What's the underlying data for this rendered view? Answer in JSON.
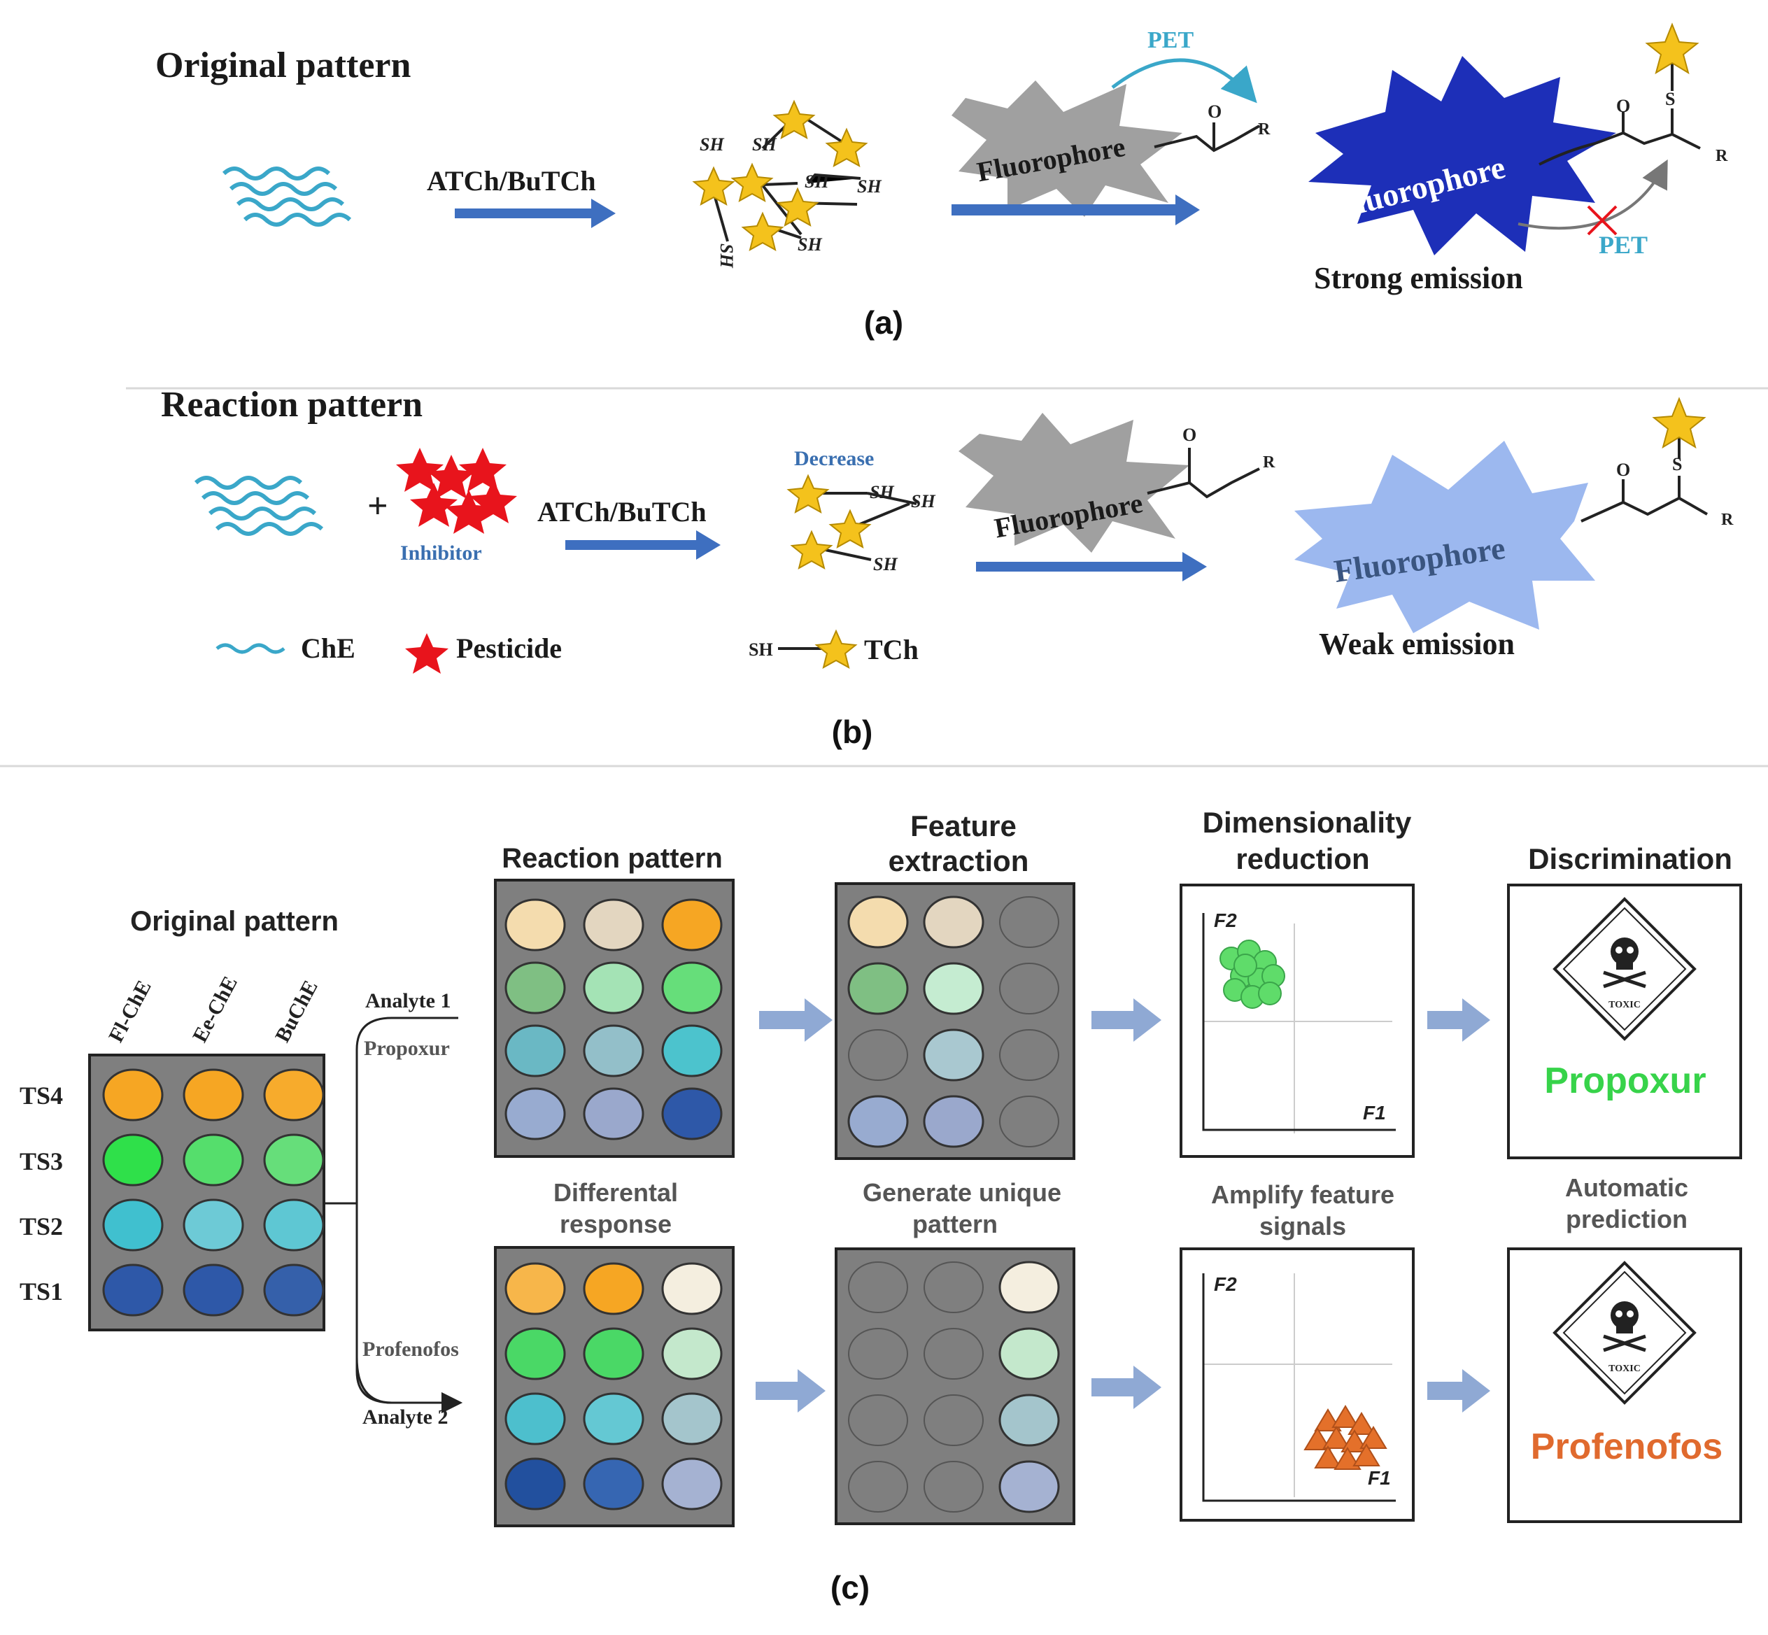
{
  "panel_a": {
    "title": "Original pattern",
    "arrow_label": "ATCh/BuTCh",
    "sh": "SH",
    "fluorophore": "Fluorophore",
    "pet": "PET",
    "o": "O",
    "r": "R",
    "s": "S",
    "emission": "Strong emission",
    "caption": "(a)"
  },
  "panel_b": {
    "title": "Reaction pattern",
    "plus": "+",
    "inhibitor": "Inhibitor",
    "arrow_label": "ATCh/BuTCh",
    "decrease": "Decrease",
    "sh": "SH",
    "fluorophore": "Fluorophore",
    "o": "O",
    "r": "R",
    "s": "S",
    "emission": "Weak emission",
    "legend_che": "ChE",
    "legend_pesticide": "Pesticide",
    "legend_tch": "TCh",
    "caption": "(b)"
  },
  "panel_c": {
    "original_title": "Original pattern",
    "columns": [
      "Fl-ChE",
      "Ee-ChE",
      "BuChE"
    ],
    "rows": [
      "TS4",
      "TS3",
      "TS2",
      "TS1"
    ],
    "original_colors": [
      [
        "#f6a623",
        "#f6a623",
        "#f7ab2c"
      ],
      [
        "#2fe04a",
        "#55de6c",
        "#66de7a"
      ],
      [
        "#40c0cf",
        "#6dcad6",
        "#5ec7d3"
      ],
      [
        "#2e58a8",
        "#2e58a8",
        "#3560aa"
      ]
    ],
    "analyte1": "Analyte 1",
    "propoxur_small": "Propoxur",
    "profenofos_small": "Profenofos",
    "analyte2": "Analyte 2",
    "reaction_title": "Reaction pattern",
    "reaction_top_colors": [
      [
        "#f4dcae",
        "#e3d6c0",
        "#f6a623"
      ],
      [
        "#7fbf83",
        "#a4e3b5",
        "#66de7a"
      ],
      [
        "#6ab8c4",
        "#93bfc9",
        "#4cc3cd"
      ],
      [
        "#98abd0",
        "#9aa8cc",
        "#2e58a8"
      ]
    ],
    "reaction_bottom_colors": [
      [
        "#f7b64a",
        "#f6a623",
        "#f4eedf"
      ],
      [
        "#4ad866",
        "#4ad866",
        "#c4e8cc"
      ],
      [
        "#4dbfcd",
        "#64c8d3",
        "#a4c5cc"
      ],
      [
        "#22509e",
        "#3666b2",
        "#a5b2d2"
      ]
    ],
    "differential": "Differental response",
    "feature_title": "Feature extraction",
    "feature_top_colors": [
      [
        "#f4dcae",
        "#e3d6c0",
        ""
      ],
      [
        "#7fbf83",
        "#c5ecd1",
        ""
      ],
      [
        "",
        "#a9c8d0",
        ""
      ],
      [
        "#98abd0",
        "#9aa8cc",
        ""
      ]
    ],
    "feature_bottom_colors": [
      [
        "",
        "",
        "#f4eedf"
      ],
      [
        "",
        "",
        "#c4e8cc"
      ],
      [
        "",
        "",
        "#a4c5cc"
      ],
      [
        "",
        "",
        "#a5b2d2"
      ]
    ],
    "generate": "Generate unique pattern",
    "dim_title": "Dimensionality reduction",
    "f1": "F1",
    "f2": "F2",
    "amplify": "Amplify feature signals",
    "disc_title": "Discrimination",
    "toxic": "TOXIC",
    "propoxur": "Propoxur",
    "automatic": "Automatic prediction",
    "profenofos": "Profenofos",
    "caption": "(c)"
  },
  "colors": {
    "arrow_blue": "#3e6fc0",
    "light_arrow": "#8fa9d4",
    "grid_gray": "#7f7f7f",
    "strong_blue": "#1d2fb8",
    "weak_blue": "#9cb8ef",
    "gray_burst": "#a0a0a0",
    "star_gold": "#f4c21c",
    "pesticide_red": "#e8141c",
    "cluster_green": "#5fdc6a",
    "cluster_orange": "#e4702a",
    "propoxur_green": "#37d34a",
    "profenofos_orange": "#e06a2e",
    "text_teal": "#3aa7c9"
  }
}
